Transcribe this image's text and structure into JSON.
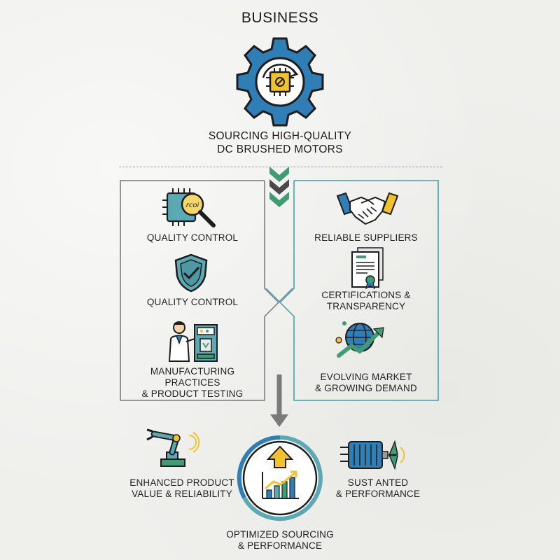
{
  "header": {
    "title": "BUSINESS",
    "subtitle_line1": "SOURCING HIGH-QUALITY",
    "subtitle_line2": "DC BRUSHED MOTORS"
  },
  "left_panel": {
    "items": [
      {
        "icon": "chip-magnifier-icon",
        "label": "QUALITY CONTROL"
      },
      {
        "icon": "shield-check-icon",
        "label": "QUALITY CONTROL"
      },
      {
        "icon": "engineer-machine-icon",
        "label_line1": "MANUFACTURING",
        "label_line2": "PRACTICES",
        "label_line3": "& PRODUCT TESTING"
      }
    ]
  },
  "right_panel": {
    "items": [
      {
        "icon": "handshake-icon",
        "label": "RELIABLE SUPPLIERS"
      },
      {
        "icon": "certificate-icon",
        "label_line1": "CERTIFICATIONS &",
        "label_line2": "TRANSPARENCY"
      },
      {
        "icon": "globe-growth-icon",
        "label_line1": "EVOLVING MARKET",
        "label_line2": "& GROWING DEMAND"
      }
    ]
  },
  "outcomes": {
    "left": {
      "icon": "robot-arm-icon",
      "label_line1": "ENHANCED PRODUCT",
      "label_line2": "VALUE & RELIABILITY"
    },
    "center": {
      "icon": "growth-chart-icon",
      "label_line1": "OPTIMIZED SOURCING",
      "label_line2": "& PERFORMANCE"
    },
    "right": {
      "icon": "motor-fan-icon",
      "label_line1": "SUST ANTED",
      "label_line2": "& PERFORMANCE"
    }
  },
  "colors": {
    "teal": "#5aa9b3",
    "blue": "#2f7fb6",
    "green": "#3f9c73",
    "yellow": "#f2c12e",
    "gray_frame": "#8a8a8a",
    "dark": "#1e1e1e"
  }
}
